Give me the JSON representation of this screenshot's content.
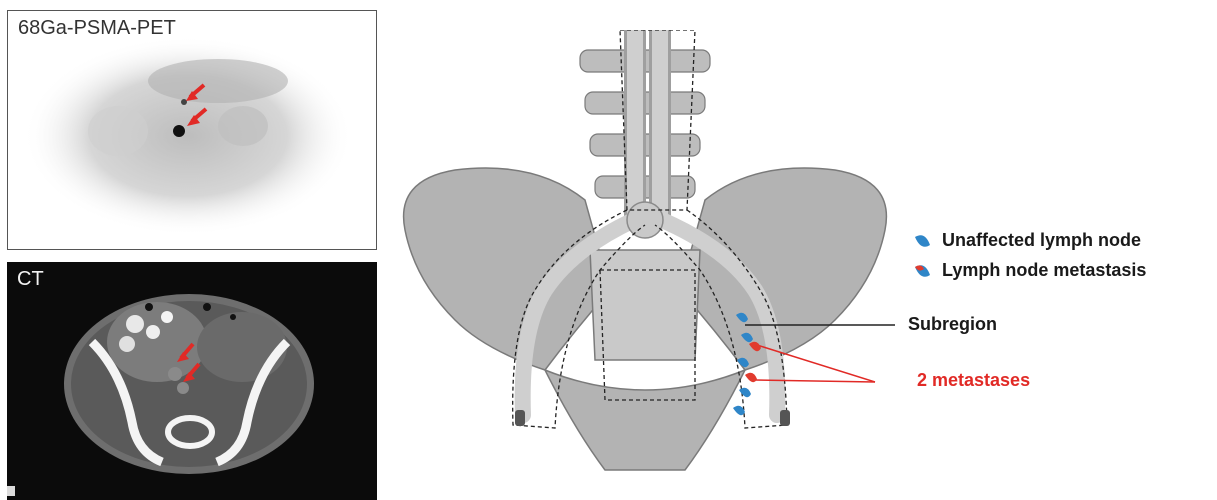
{
  "panels": {
    "pet": {
      "label": "68Ga-PSMA-PET"
    },
    "ct": {
      "label": "CT"
    }
  },
  "legend": {
    "unaffected": {
      "label": "Unaffected lymph node",
      "icon": "lymph-node-blue-icon"
    },
    "metastasis": {
      "label": "Lymph node metastasis",
      "icon": "lymph-node-red-blue-icon"
    }
  },
  "annotations": {
    "subregion": "Subregion",
    "metastases": "2 metastases"
  },
  "colors": {
    "arrow": "#e12a26",
    "node_blue": "#2f86c8",
    "node_red": "#e13b2e",
    "bone": "#b3b3b3",
    "vessel": "#c9c9c9",
    "callout_red": "#e12a26"
  }
}
